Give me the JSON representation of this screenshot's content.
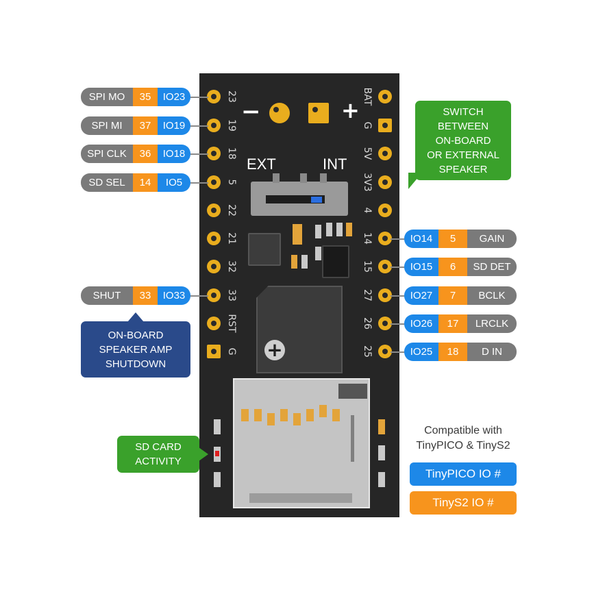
{
  "board": {
    "minus": "−",
    "plus": "+",
    "switch_ext": "EXT",
    "switch_int": "INT",
    "left_pins": [
      "23",
      "19",
      "18",
      "5",
      "22",
      "21",
      "32",
      "33",
      "RST",
      "G"
    ],
    "right_pins": [
      "BAT",
      "G",
      "5V",
      "3V3",
      "4",
      "14",
      "15",
      "27",
      "26",
      "25"
    ]
  },
  "left_labels": [
    {
      "name": "SPI MO",
      "s2": "35",
      "pico": "IO23"
    },
    {
      "name": "SPI MI",
      "s2": "37",
      "pico": "IO19"
    },
    {
      "name": "SPI CLK",
      "s2": "36",
      "pico": "IO18"
    },
    {
      "name": "SD SEL",
      "s2": "14",
      "pico": "IO5"
    },
    {
      "name": "SHUT",
      "s2": "33",
      "pico": "IO33"
    }
  ],
  "right_labels": [
    {
      "pico": "IO14",
      "s2": "5",
      "name": "GAIN"
    },
    {
      "pico": "IO15",
      "s2": "6",
      "name": "SD DET"
    },
    {
      "pico": "IO27",
      "s2": "7",
      "name": "BCLK"
    },
    {
      "pico": "IO26",
      "s2": "17",
      "name": "LRCLK"
    },
    {
      "pico": "IO25",
      "s2": "18",
      "name": "D IN"
    }
  ],
  "callouts": {
    "switch": [
      "SWITCH",
      "BETWEEN",
      "ON-BOARD",
      "OR EXTERNAL",
      "SPEAKER"
    ],
    "shutdown": [
      "ON-BOARD",
      "SPEAKER AMP",
      "SHUTDOWN"
    ],
    "sd_activity": [
      "SD CARD",
      "ACTIVITY"
    ]
  },
  "legend": {
    "compat_line1": "Compatible with",
    "compat_line2": "TinyPICO & TinyS2",
    "pico": "TinyPICO IO #",
    "s2": "TinyS2 IO #"
  },
  "colors": {
    "pcb": "#262626",
    "pad": "#e9ad1e",
    "tinypico_blue": "#1d88e8",
    "tinys2_orange": "#f7941d",
    "label_gray": "#7a7a7a",
    "callout_green": "#3aa12b",
    "callout_navy": "#2a4a8a"
  }
}
